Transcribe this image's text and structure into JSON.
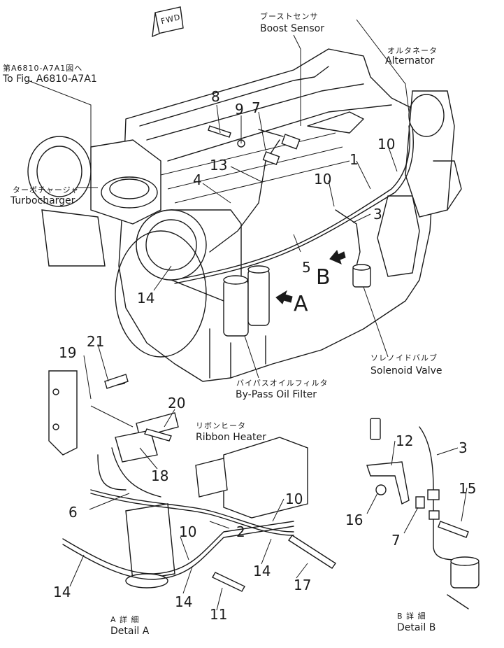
{
  "labels": {
    "fwd": "FWD",
    "boost_sensor_jp": "ブーストセンサ",
    "boost_sensor": "Boost  Sensor",
    "alternator_jp": "オルタネータ",
    "alternator": "Alternator",
    "ref_fig_jp": "第A6810-A7A1図へ",
    "ref_fig": "To  Fig. A6810-A7A1",
    "turbocharger_jp": "ターボチャージャ",
    "turbocharger": "Turbocharger",
    "solenoid_valve_jp": "ソレノイドバルブ",
    "solenoid_valve": "Solenoid  Valve",
    "bypass_oil_filter_jp": "バイパスオイルフィルタ",
    "bypass_oil_filter": "By-Pass  Oil  Filter",
    "ribbon_heater_jp": "リボンヒータ",
    "ribbon_heater": "Ribbon  Heater",
    "detail_a_jp": "A 詳 細",
    "detail_a": "Detail  A",
    "detail_b_jp": "B 詳 細",
    "detail_b": "Detail  B",
    "view_a": "A",
    "view_b": "B"
  },
  "callouts": {
    "c1": "1",
    "c2": "2",
    "c3": "3",
    "c4": "4",
    "c5": "5",
    "c6": "6",
    "c7": "7",
    "c8": "8",
    "c9": "9",
    "c10": "10",
    "c11": "11",
    "c12": "12",
    "c13": "13",
    "c14": "14",
    "c15": "15",
    "c16": "16",
    "c17": "17",
    "c18": "18",
    "c19": "19",
    "c20": "20",
    "c21": "21"
  }
}
